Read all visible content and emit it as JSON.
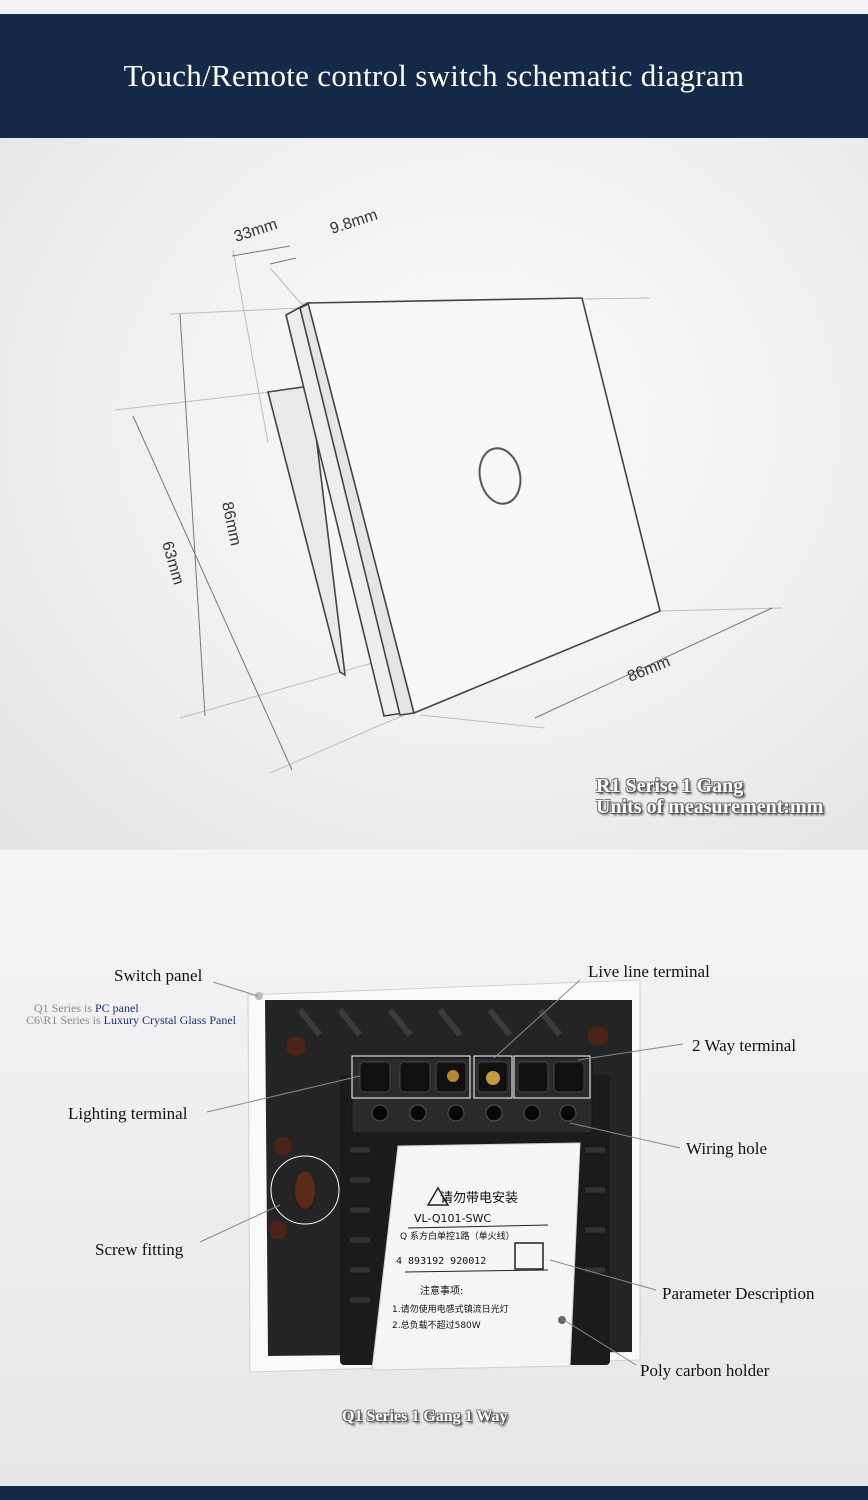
{
  "header": {
    "title": "Touch/Remote control switch schematic diagram"
  },
  "dimensions": {
    "depth_total": "33mm",
    "panel_thickness": "9.8mm",
    "panel_height": "86mm",
    "box_height": "63mm",
    "panel_width": "86mm"
  },
  "section1": {
    "caption_line1": "R1 Serise 1 Gang",
    "caption_line2": "Units of measurement:mm"
  },
  "labels": {
    "switch_panel": "Switch panel",
    "note_q1_prefix": "Q1 Series is ",
    "note_q1_material": "PC panel",
    "note_c6_prefix": "C6\\R1 Series  is ",
    "note_c6_material": "Luxury Crystal Glass  Panel",
    "live_line_terminal": "Live line terminal",
    "two_way_terminal": "2 Way terminal",
    "lighting_terminal": "Lighting terminal",
    "wiring_hole": "Wiring hole",
    "screw_fitting": "Screw fitting",
    "parameter_description": "Parameter Description",
    "poly_carbon_holder": "Poly carbon holder"
  },
  "product_label": {
    "warning": "请勿带电安装",
    "model": "VL-Q101-SWC",
    "description": "Q 系方白单控1路（单火线）",
    "barcode": "4 893192 920012",
    "notice_title": "注意事项:",
    "notice_1": "1.请勿使用电感式镇流日光灯",
    "notice_2": "2.总负载不超过580W"
  },
  "section2": {
    "caption": "Q1 Series 1 Gang 1 Way"
  },
  "colors": {
    "header_bg": "#142a48",
    "accent_blue": "#1d2f6b"
  }
}
